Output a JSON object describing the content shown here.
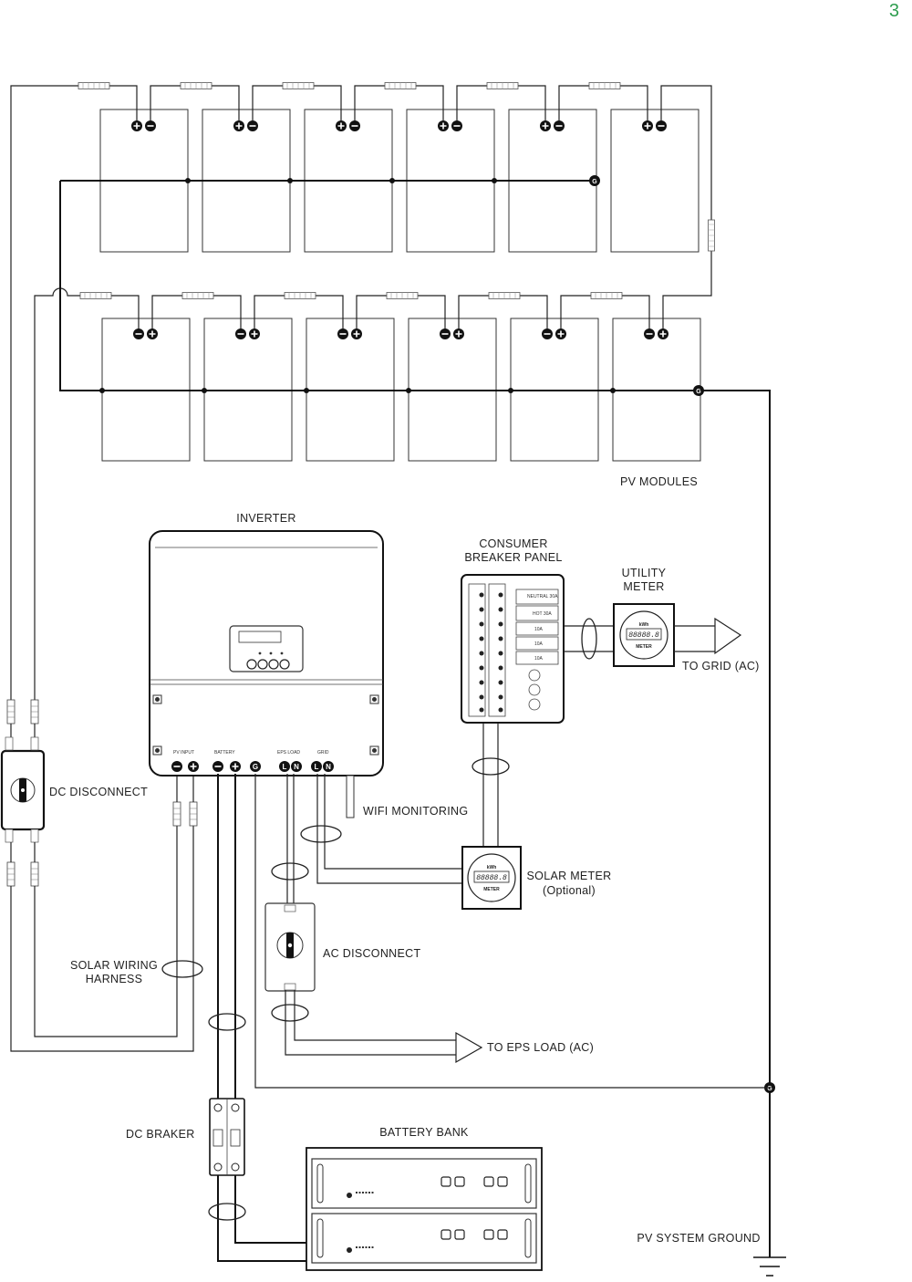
{
  "page_number": "3",
  "colors": {
    "accent": "#2e9e4f",
    "line": "#222222"
  },
  "labels": {
    "pv_modules": "PV MODULES",
    "inverter": "INVERTER",
    "consumer_breaker_panel_line1": "CONSUMER",
    "consumer_breaker_panel_line2": "BREAKER PANEL",
    "utility_meter_line1": "UTILITY",
    "utility_meter_line2": "METER",
    "to_grid": "TO GRID (AC)",
    "dc_disconnect": "DC DISCONNECT",
    "wifi_monitoring": "WIFI MONITORING",
    "solar_meter_line1": "SOLAR METER",
    "solar_meter_line2": "(Optional)",
    "ac_disconnect": "AC DISCONNECT",
    "solar_wiring_harness_line1": "SOLAR WIRING",
    "solar_wiring_harness_line2": "HARNESS",
    "to_eps_load": "TO EPS LOAD (AC)",
    "dc_braker": "DC BRAKER",
    "battery_bank": "BATTERY BANK",
    "pv_system_ground": "PV SYSTEM GROUND"
  },
  "inverter_ports": {
    "pv_input": "PV INPUT",
    "battery": "BATTERY",
    "eps_load": "EPS LOAD",
    "grid": "GRID",
    "ground_symbol": "G",
    "line": "L",
    "neutral": "N"
  },
  "meter": {
    "unit": "kWh",
    "reading": "88888.8",
    "caption": "METER"
  },
  "breaker_panel": {
    "neutral": "NEUTRAL 30A",
    "hot": "HOT 30A",
    "b1": "10A",
    "b2": "10A",
    "b3": "10A"
  },
  "ground_marker": "G"
}
